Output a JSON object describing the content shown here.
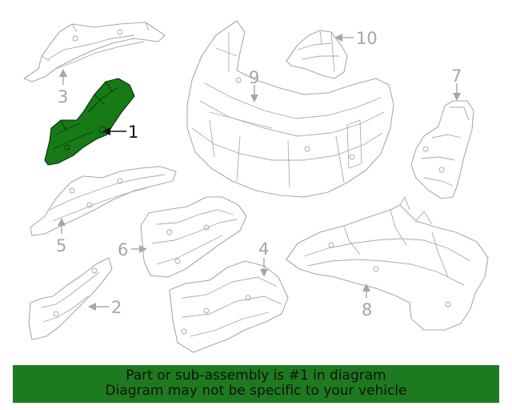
{
  "diagram": {
    "callouts": [
      "1",
      "2",
      "3",
      "4",
      "5",
      "6",
      "7",
      "8",
      "9",
      "10"
    ],
    "highlighted_part": "1",
    "highlight_color": "#167a17",
    "line_color": "#a9a9a9"
  },
  "banner": {
    "line1": "Part or sub-assembly is #1 in diagram",
    "line2": "Diagram may not be specific to your vehicle",
    "background": "#1e7a1e"
  }
}
